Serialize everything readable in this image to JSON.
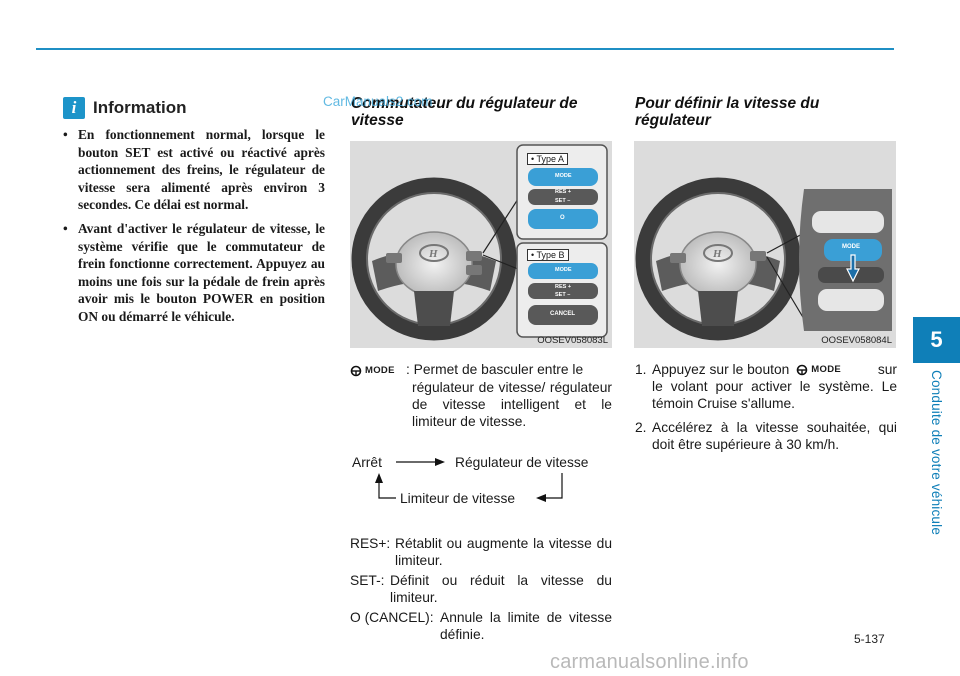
{
  "chapter": {
    "number": "5",
    "title": "Conduite de votre véhicule"
  },
  "info": {
    "icon": "i",
    "title": "Information",
    "bullets": [
      "En fonctionnement normal, lorsque le bouton SET est activé ou réactivé après actionnement des freins, le régulateur de vitesse sera alimenté après environ 3 secondes. Ce délai est normal.",
      "Avant d'activer le régulateur de vitesse, le système vérifie que le commutateur de frein fonctionne correctement. Appuyez au moins une fois sur la pédale de frein après avoir mis le bouton POWER en position ON ou démarré le véhicule."
    ]
  },
  "watermark": "CarManuals2.com",
  "middle": {
    "title": "Commutateur du régulateur de vitesse",
    "figure": {
      "code": "OOSEV058083L",
      "type_a": "• Type A",
      "type_b": "• Type B",
      "btn_mode": "MODE",
      "btn_res": "RES +",
      "btn_set": "SET –",
      "btn_o": "O",
      "btn_cancel": "CANCEL"
    },
    "mode_label": "MODE",
    "mode_desc_first": ": Permet de basculer entre le",
    "mode_desc_rest": "régulateur de vitesse/ régulateur de vitesse intelligent et le limiteur de vitesse.",
    "cycle": {
      "a": "Arrêt",
      "b": "Régulateur de vitesse",
      "c": "Limiteur de vitesse"
    },
    "res_key": "RES+:",
    "res_desc": "Rétablit ou augmente la vitesse du limiteur.",
    "set_key": "SET-:",
    "set_desc": "Définit ou réduit la vitesse du limiteur.",
    "cancel_key": "O (CANCEL):",
    "cancel_desc": "Annule la limite de vitesse définie."
  },
  "right": {
    "title": "Pour définir la vitesse du régulateur",
    "figure": {
      "code": "OOSEV058084L",
      "btn_mode": "MODE"
    },
    "steps": [
      {
        "num": "1.",
        "before": "Appuyez sur le bouton",
        "icon": "MODE",
        "after": "sur",
        "rest": "le volant pour activer le système. Le témoin Cruise s'allume."
      },
      {
        "num": "2.",
        "text": "Accélérez à la vitesse souhaitée, qui doit être supérieure à 30 km/h."
      }
    ]
  },
  "page_number": "5-137",
  "footer": "carmanualsonline.info",
  "colors": {
    "accent": "#1f8fc4",
    "tab": "#0f7fb8",
    "button_blue": "#3a9fd6"
  }
}
